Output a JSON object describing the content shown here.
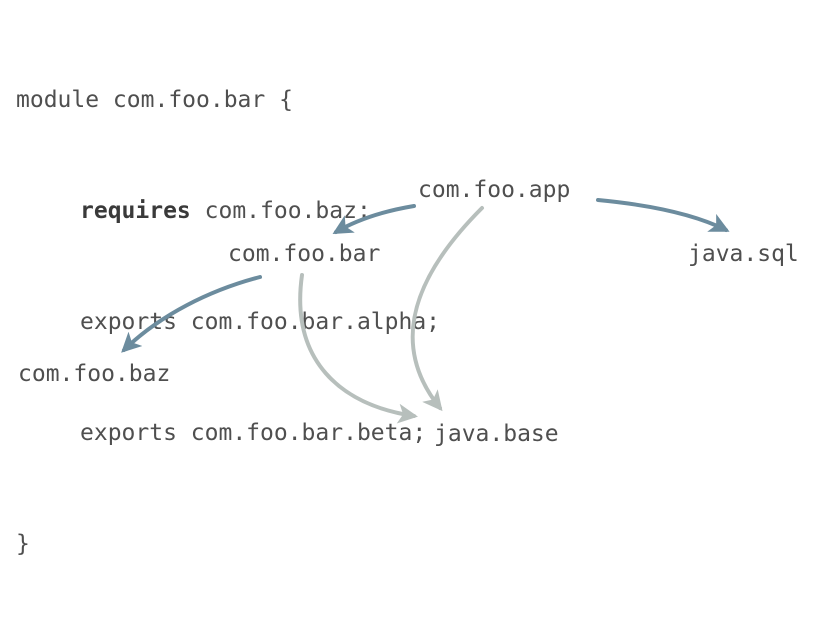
{
  "code": {
    "line1": "module com.foo.bar {",
    "line2_keyword": "requires",
    "line2_rest": " com.foo.baz;",
    "line3": "exports com.foo.bar.alpha;",
    "line4": "exports com.foo.bar.beta;",
    "line5": "}"
  },
  "nodes": {
    "app": "com.foo.app",
    "bar": "com.foo.bar",
    "sql": "java.sql",
    "baz": "com.foo.baz",
    "base": "java.base"
  },
  "colors": {
    "explicit_edge": "#6c8c9e",
    "implicit_edge": "#b7bfbc",
    "text": "#4f4f4f"
  }
}
